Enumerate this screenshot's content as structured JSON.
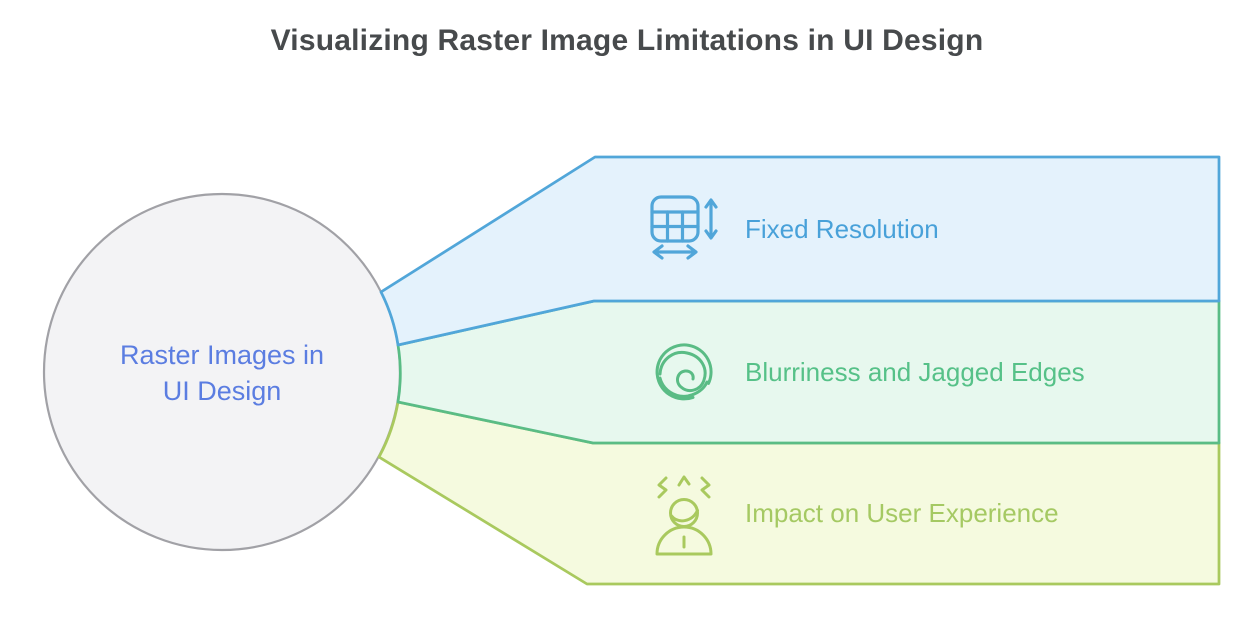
{
  "title": "Visualizing Raster Image Limitations in UI Design",
  "center_node": {
    "label_line1": "Raster Images in",
    "label_line2": "UI Design",
    "fill": "#f3f3f5",
    "stroke": "#a1a1a6",
    "text_color": "#5b7de1"
  },
  "branches": [
    {
      "label": "Fixed Resolution",
      "icon": "grid-resize-icon",
      "fill": "#e4f2fc",
      "stroke": "#51a6d9",
      "text_color": "#48a1d9"
    },
    {
      "label": "Blurriness and Jagged Edges",
      "icon": "swirl-icon",
      "fill": "#e7f8ee",
      "stroke": "#5abc85",
      "text_color": "#56c188"
    },
    {
      "label": "Impact on User Experience",
      "icon": "stressed-person-icon",
      "fill": "#f5fadf",
      "stroke": "#a9c95e",
      "text_color": "#a5c963"
    }
  ]
}
